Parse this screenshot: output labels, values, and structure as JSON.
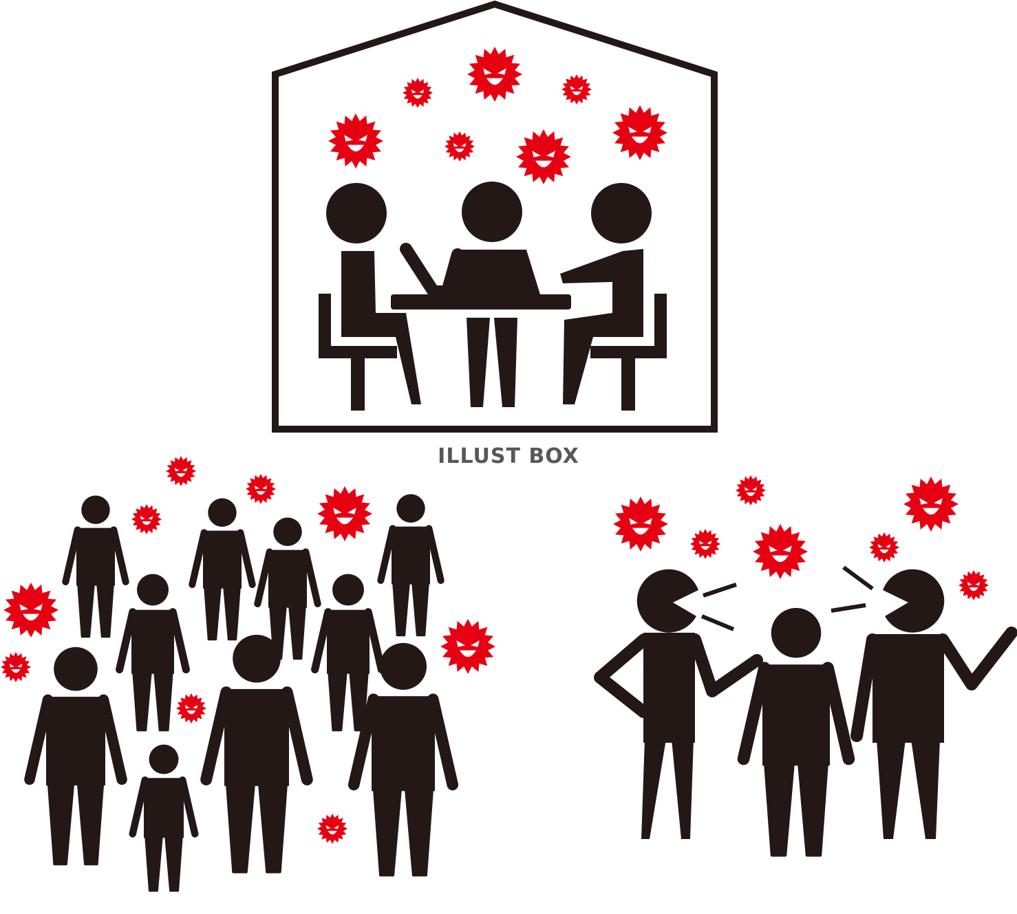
{
  "watermark": {
    "text": "ILLUST BOX",
    "color": "#58585a"
  },
  "colors": {
    "figure": "#231815",
    "virus": "#e60012",
    "virus_face": "#ffffff",
    "background": "#ffffff"
  },
  "scenes": [
    {
      "name": "closed-space",
      "icon": "house-meeting-icon"
    },
    {
      "name": "crowded-place",
      "icon": "crowd-icon"
    },
    {
      "name": "close-contact",
      "icon": "conversation-icon"
    }
  ]
}
